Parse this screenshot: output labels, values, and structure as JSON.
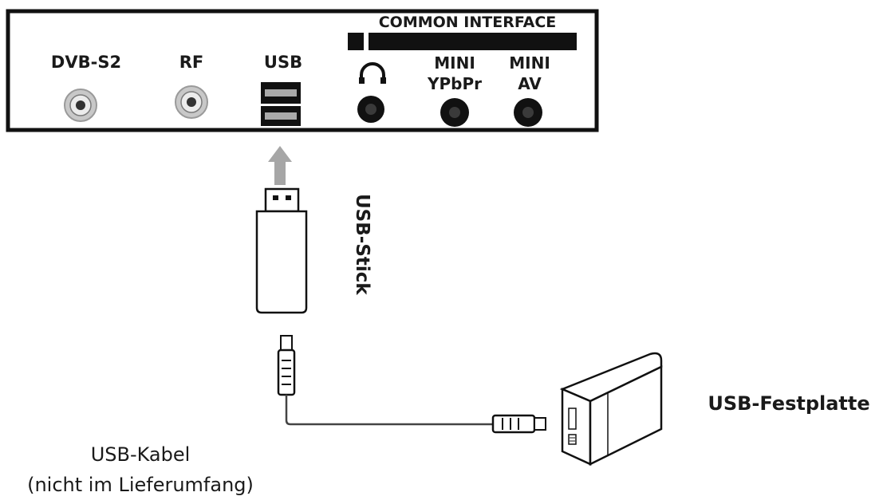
{
  "panel": {
    "common_interface_label": "COMMON INTERFACE",
    "ports": {
      "dvb_s2": "DVB-S2",
      "rf": "RF",
      "usb": "USB",
      "mini_ypbpr_line1": "MINI",
      "mini_ypbpr_line2": "YPbPr",
      "mini_av_line1": "MINI",
      "mini_av_line2": "AV"
    }
  },
  "labels": {
    "usb_stick": "USB-Stick",
    "usb_hdd": "USB-Festplatte",
    "usb_cable_line1": "USB-Kabel",
    "usb_cable_line2": "(nicht im Lieferumfang)"
  },
  "colors": {
    "line": "#111111",
    "arrow": "#a6a6a6",
    "port_ring": "#bfbfbf",
    "panel_fill": "#ffffff"
  }
}
